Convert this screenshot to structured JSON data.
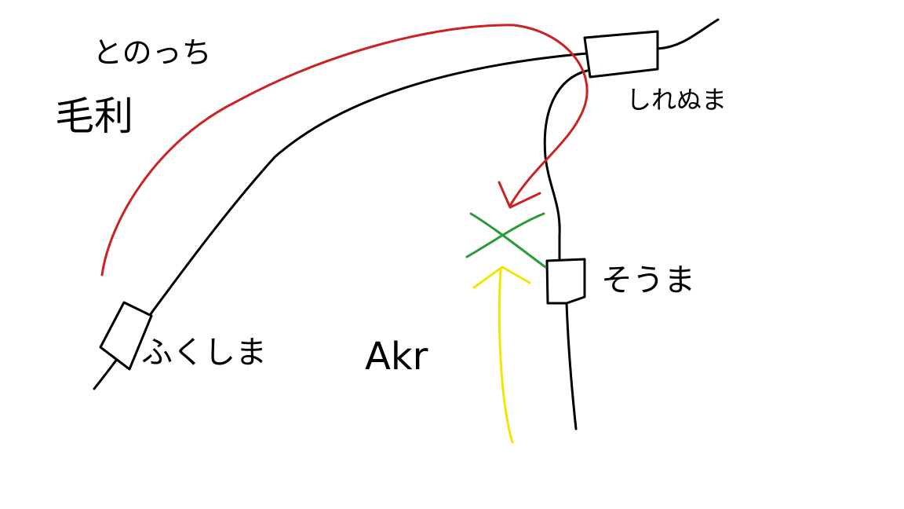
{
  "labels": {
    "title_line1": "とのっち",
    "title_line2": "毛利",
    "station_top_right": "しれぬま",
    "station_middle_right": "そうま",
    "station_bottom_left": "ふくしま",
    "annotation": "Akr"
  },
  "colors": {
    "background": "#ffffff",
    "line": "#000000",
    "route_red": "#cc2222",
    "route_green": "#2a9a3a",
    "route_yellow": "#f2e600"
  }
}
